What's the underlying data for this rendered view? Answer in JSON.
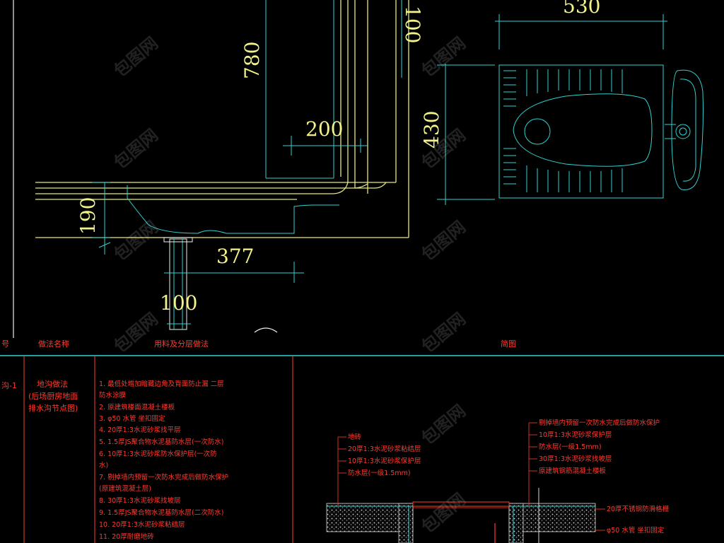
{
  "dimensions": {
    "d530": "530",
    "d100_top": "100",
    "d780": "780",
    "d200": "200",
    "d430": "430",
    "d190": "190",
    "d377": "377",
    "d100_bottom": "100"
  },
  "table": {
    "headers": [
      "号",
      "做法名称",
      "用料及分层做法",
      "简图"
    ],
    "row_code": "沟-1",
    "row_name": [
      "地沟做法",
      "(后场厨房地面",
      "排水沟节点图)"
    ],
    "steps": [
      "1. 最低处增加暗藏边角及背面防止漏  二层",
      "   防水涂膜",
      "2. 原建筑楼面混凝土楼板",
      "3. φ50 水管  坐扣固定",
      "4. 20厚1:3水泥砂浆找平层",
      "5. 1.5厚JS聚合物水泥基防水层(一次防水)",
      "6. 10厚1:3水泥砂浆防水保护层(一次防",
      "   水)",
      "7. 剔掉墙内预留一次防水完成后做防水保护",
      "   (原建筑混凝土层)",
      "8. 30厚1:3水泥砂浆找坡层",
      "9. 1.5厚JS聚合物水泥基防水层(二次防水)",
      "10. 20厚1:3水泥砂浆粘结层",
      "11. 20厚耐磨地砖"
    ]
  },
  "diagram_labels": {
    "left": [
      "地砖",
      "20厚1:3水泥砂浆粘结层",
      "10厚1:3水泥砂浆保护层",
      "防水层(一级1.5mm)"
    ],
    "right": [
      "剔掉墙内预留一次防水完成后做防水保护",
      "10厚1:3水泥砂浆保护层",
      "防水层(一级1.5mm)",
      "30厚1:3水泥砂浆找坡层",
      "原建筑钢筋混凝土楼板"
    ],
    "grate": "20厚不锈钢防滑格栅",
    "pipe": "φ50 水管  坐扣固定"
  },
  "watermark": "包图网",
  "colors": {
    "background": "#000000",
    "cyan": "#2fd3d3",
    "yellow": "#e8e87a",
    "red": "#ff3b30",
    "white": "#f0f0f0"
  }
}
